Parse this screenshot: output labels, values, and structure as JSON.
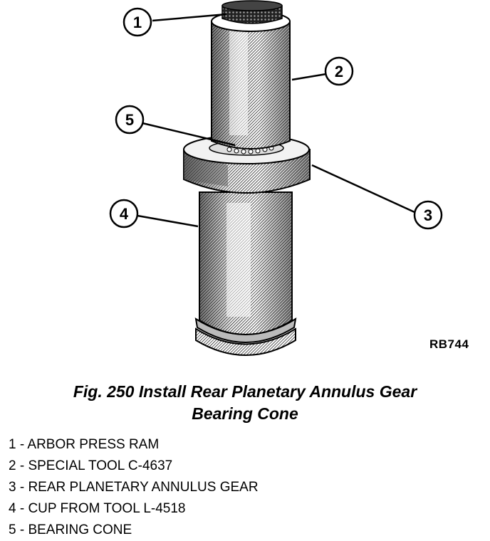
{
  "figure": {
    "reference_code": "RB744",
    "callouts": [
      "1",
      "2",
      "3",
      "4",
      "5"
    ],
    "caption_line1": "Fig. 250 Install Rear Planetary Annulus Gear",
    "caption_line2": "Bearing Cone"
  },
  "legend": [
    "1 - ARBOR PRESS RAM",
    "2 - SPECIAL TOOL C-4637",
    "3 - REAR PLANETARY ANNULUS GEAR",
    "4 - CUP FROM TOOL L-4518",
    "5 - BEARING CONE"
  ],
  "colors": {
    "ink": "#000000",
    "paper": "#ffffff",
    "shade": "#8a8a8a"
  }
}
